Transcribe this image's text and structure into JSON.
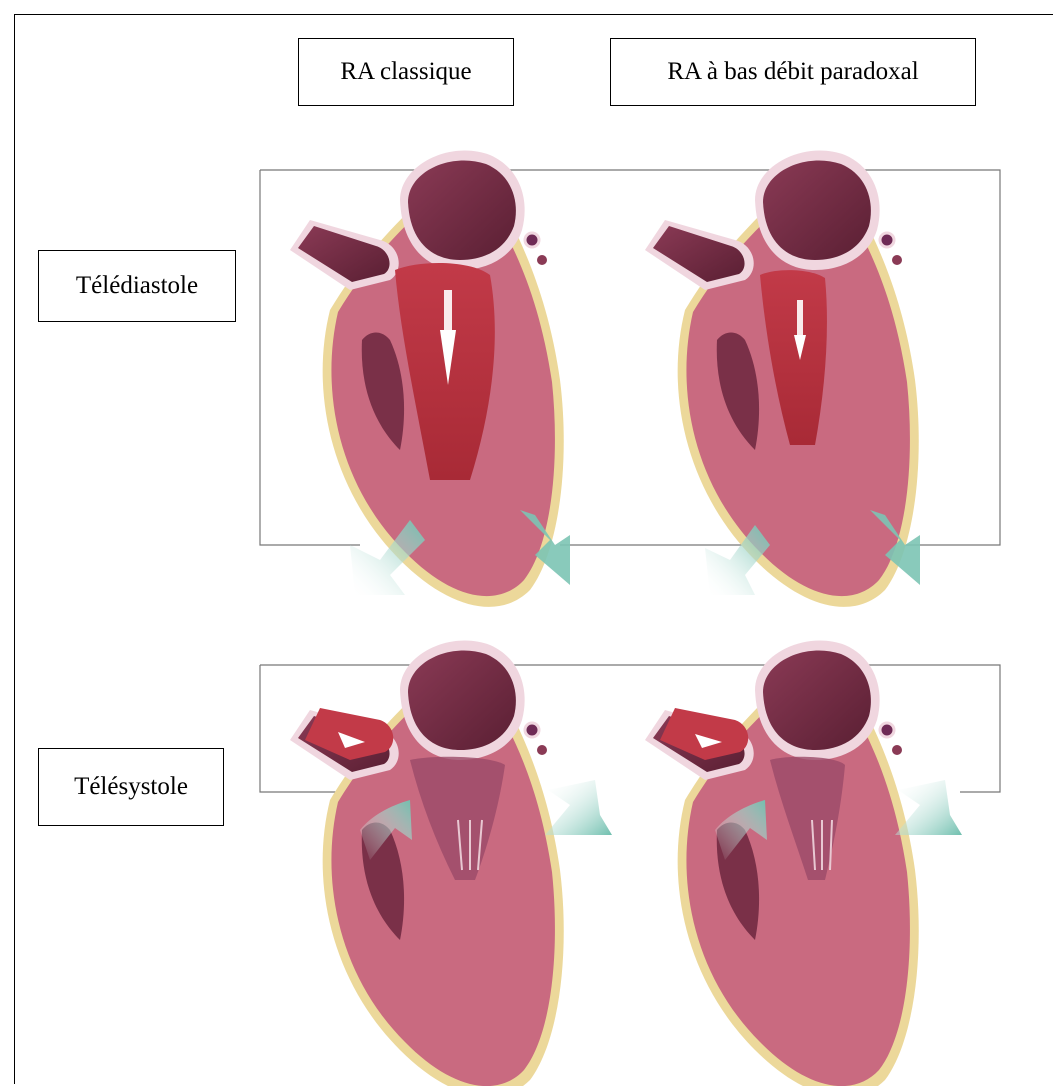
{
  "columns": {
    "classic": "RA classique",
    "paradoxical": "RA à bas débit paradoxal"
  },
  "rows": {
    "diastole": "Télédiastole",
    "systole": "Télésystole"
  },
  "colors": {
    "myocardium": "#c96a80",
    "aorta_dark": "#6e2a40",
    "cavity_red": "#b8303c",
    "epicardium": "#ecd89a",
    "outline": "#e8c8d2",
    "arrow": "#7cc4b4"
  }
}
